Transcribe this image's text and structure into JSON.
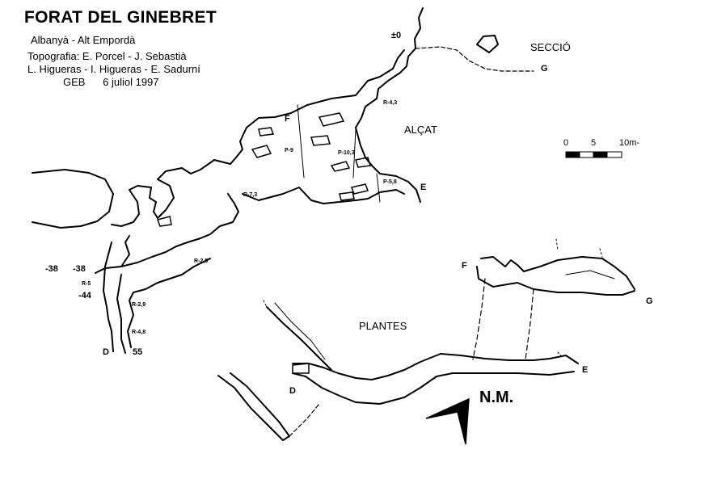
{
  "header": {
    "title": "FORAT DEL GINEBRET",
    "location": "Albanyà - Alt Empordà",
    "credits_line1": "Topografia: E. Porcel - J. Sebastià",
    "credits_line2": "L. Higueras - I. Higueras - E. Sadurní",
    "credits_line3": "GEB      6 juliol 1997"
  },
  "views": {
    "section": "SECCIÓ",
    "elevation": "ALÇAT",
    "plans": "PLANTES"
  },
  "scale": {
    "labels": [
      "0",
      "5",
      "10m-"
    ]
  },
  "north": {
    "label": "N.M."
  },
  "points": {
    "F": "F",
    "G": "G",
    "E": "E",
    "D": "D"
  },
  "depths": {
    "zero": "±0",
    "d38a": "-38",
    "d38b": "-38",
    "d44": "-44",
    "d55": "55"
  },
  "pitches": {
    "p43": "R-4,3",
    "p9": "P-9",
    "p103": "P-10,3",
    "p58": "P-5,8",
    "p73": "R-7,3",
    "p25": "R-2,5",
    "p5": "R-5",
    "p29": "R-2,9",
    "p48": "R-4,8"
  },
  "colors": {
    "ink": "#000000",
    "paper": "#ffffff"
  }
}
